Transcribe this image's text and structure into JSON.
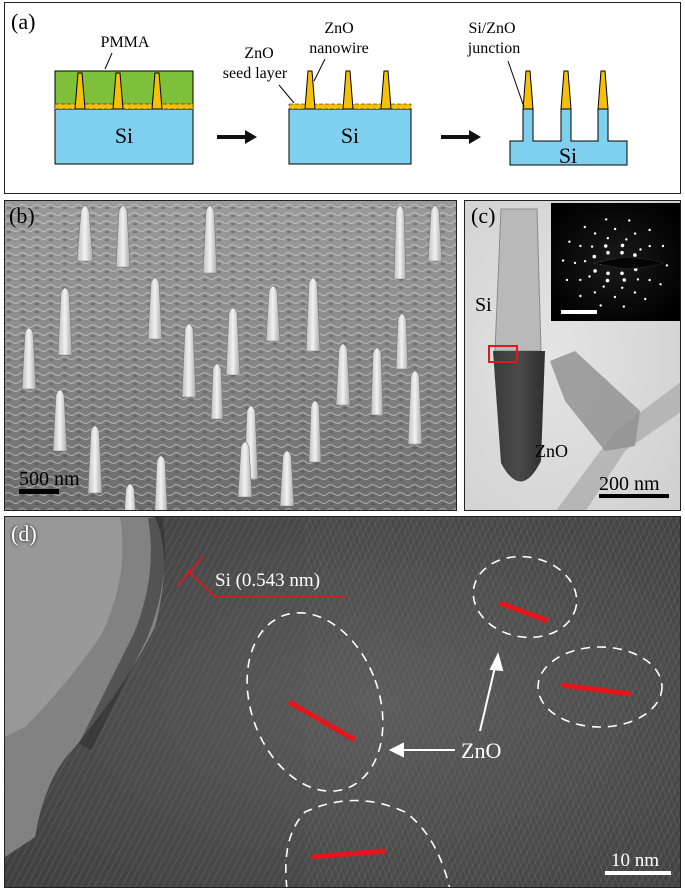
{
  "panel_a": {
    "label": "(a)",
    "step1": {
      "pmma": "PMMA",
      "substrate": "Si"
    },
    "step2": {
      "seed_line1": "ZnO",
      "seed_line2": "seed layer",
      "nw_line1": "ZnO",
      "nw_line2": "nanowire",
      "substrate": "Si"
    },
    "step3": {
      "junction_line1": "Si/ZnO",
      "junction_line2": "junction",
      "substrate": "Si"
    },
    "colors": {
      "pmma": "#7ec03a",
      "zno": "#f5c00a",
      "si": "#7fd0ee",
      "arrow": "#111111"
    }
  },
  "panel_b": {
    "label": "(b)",
    "scale_bar": "500 nm"
  },
  "panel_c": {
    "label": "(c)",
    "si_label": "Si",
    "zno_label": "ZnO",
    "scale_bar": "200 nm"
  },
  "panel_d": {
    "label": "(d)",
    "si_annotation": "Si (0.543 nm)",
    "zno_annotation": "ZnO",
    "scale_bar": "10 nm",
    "colors": {
      "lattice_marker": "#e8141b"
    }
  }
}
